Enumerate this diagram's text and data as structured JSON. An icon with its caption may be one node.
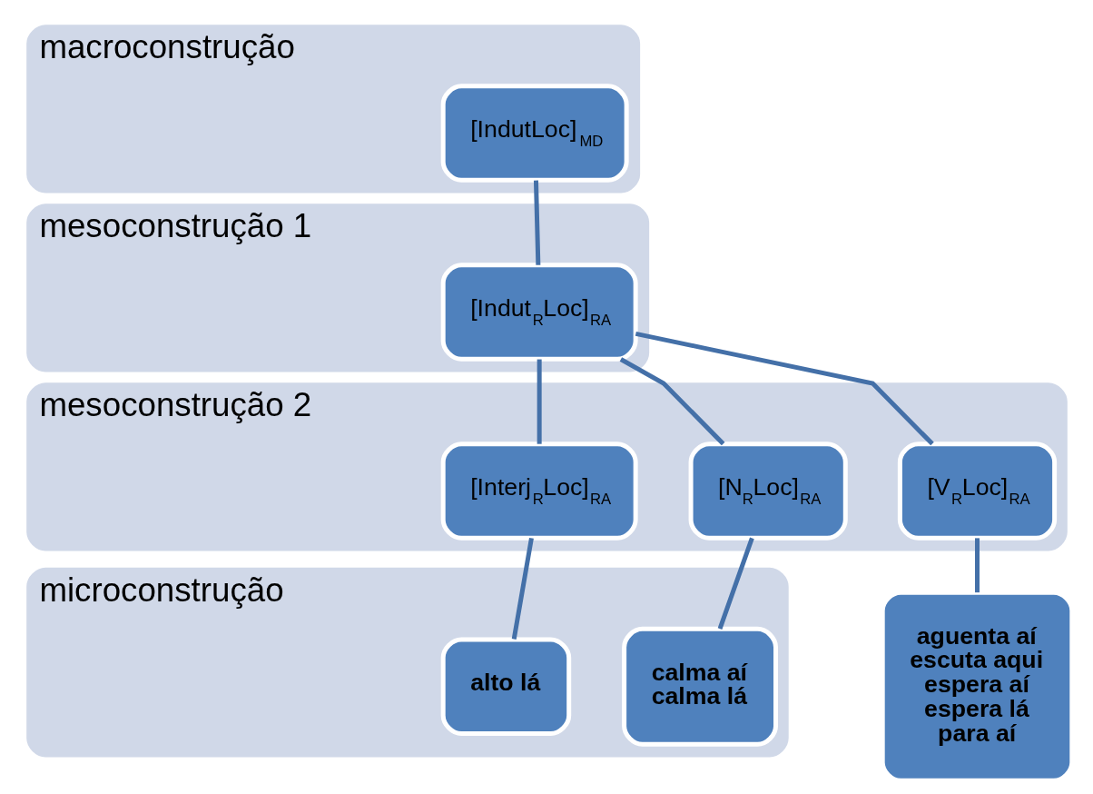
{
  "diagram": {
    "nodes": [
      {
        "text": [
          "macroconstrução"
        ]
      },
      {
        "text": [
          "[IndutLoc]$_{MD}$"
        ],
        "in": 0
      },
      {
        "text": [
          "mesoconstrução 1"
        ]
      },
      {
        "text": [
          "[Indut$_{R}$Loc]$_{RA}$"
        ],
        "in": 2
      },
      {
        "text": [
          "mesoconstrução 2"
        ]
      },
      {
        "text": [
          "[Interj$_{R}$Loc]$_{RA}$"
        ],
        "in": 4
      },
      {
        "text": [
          "[V$_{R}$Loc]$_{RA}$"
        ],
        "in": 4
      },
      {
        "text": [
          "[N$_{R}$Loc]$_{RA}$"
        ],
        "in": 4
      },
      {
        "text": [
          "microconstrução"
        ]
      },
      {
        "text": [
          "alto lá"
        ],
        "in": 8
      },
      {
        "text": [
          "aguenta aí",
          "escuta aqui",
          "espera aí",
          "espera lá",
          "para aí"
        ]
      },
      {
        "text": [
          "calma aí",
          "calma lá"
        ],
        "in": 8
      }
    ],
    "edges": [
      {
        "from": 1,
        "to": 3,
        "arrow": "none"
      },
      {
        "from": 3,
        "to": 5,
        "arrow": "none"
      },
      {
        "from": 3,
        "to": 6,
        "arrow": "none"
      },
      {
        "from": 3,
        "to": 7,
        "arrow": "none"
      },
      {
        "from": 5,
        "to": 9,
        "arrow": "none"
      },
      {
        "from": 6,
        "to": 10,
        "arrow": "none"
      },
      {
        "from": 7,
        "to": 11,
        "arrow": "none"
      }
    ]
  }
}
